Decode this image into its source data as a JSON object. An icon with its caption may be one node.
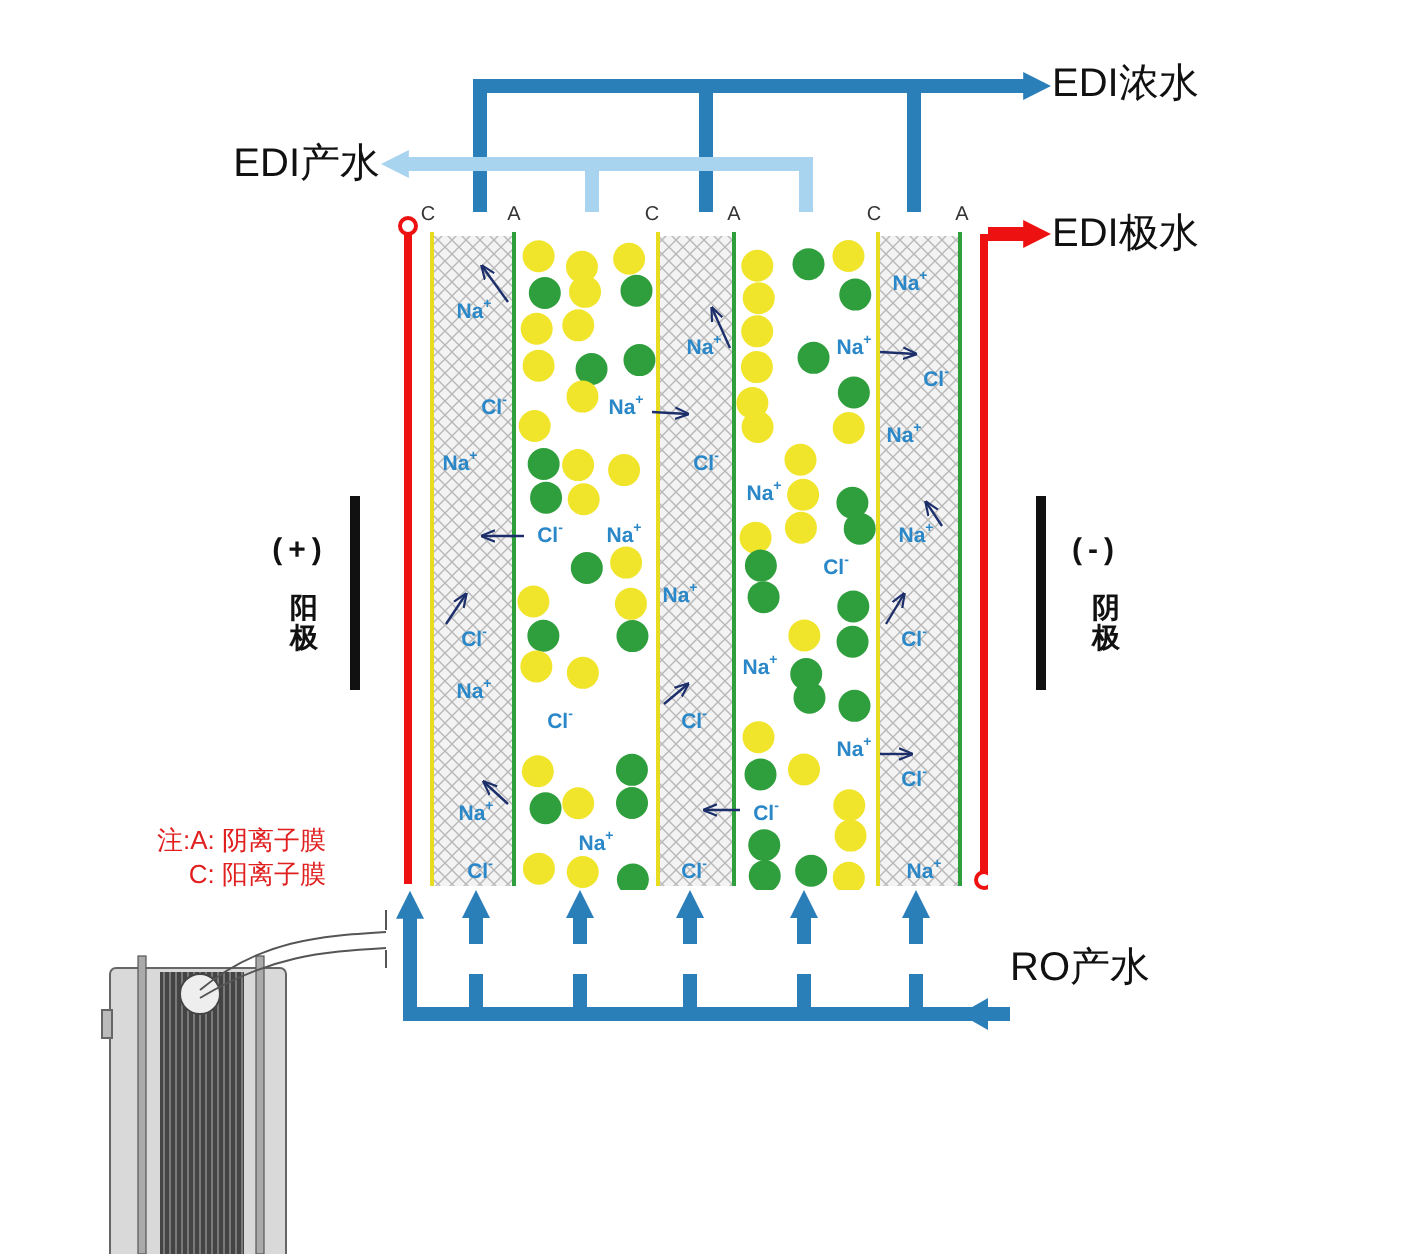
{
  "diagram": {
    "nodes": [
      {
        "text": [
          "EDI浓水"
        ]
      },
      {
        "text": [
          "EDI产水"
        ]
      },
      {
        "text": [
          "EDI极水"
        ]
      },
      {
        "text": [
          "RO产水"
        ]
      },
      {
        "text": [],
        "shape": "box"
      }
    ],
    "edges": [
      {
        "from": 4,
        "to": 0,
        "arrow": "to"
      },
      {
        "from": 4,
        "to": 1,
        "arrow": "to",
        "color": "#a8d4f0"
      },
      {
        "from": 4,
        "to": 2,
        "arrow": "to",
        "color": "#ee1111"
      },
      {
        "from": 3,
        "to": 4,
        "arrow": "to"
      }
    ],
    "labels": [
      "C",
      "A",
      "C",
      "A",
      "C",
      "A",
      "Na$^{+}$",
      "Na$^{+}$",
      "Na$^{+}$",
      "Na$^{+}$",
      "Cl$^{-}$",
      "Cl$^{-}$",
      "Na$^{+}$",
      "Na$^{+}$",
      "Na$^{+}$",
      "Cl$^{-}$",
      "Na$^{+}$",
      "Cl$^{-}$",
      "Na$^{+}$",
      "Na$^{+}$",
      "Cl$^{-}$",
      "Na$^{+}$",
      "Cl$^{-}$",
      "Cl$^{-}$",
      "Na$^{+}$",
      "Na$^{+}$",
      "Cl$^{-}$",
      "Cl$^{-}$",
      "Na$^{+}$",
      "Cl$^{-}$",
      "Na$^{+}$",
      "Cl$^{-}$",
      "Na$^{+}$",
      "Cl$^{-}$",
      "Cl$^{-}$",
      "Na$^{+}$",
      "(+)",
      "阳极",
      "(-)",
      "阴极",
      "注:A: 阴离子膜",
      "C: 阳离子膜"
    ]
  }
}
